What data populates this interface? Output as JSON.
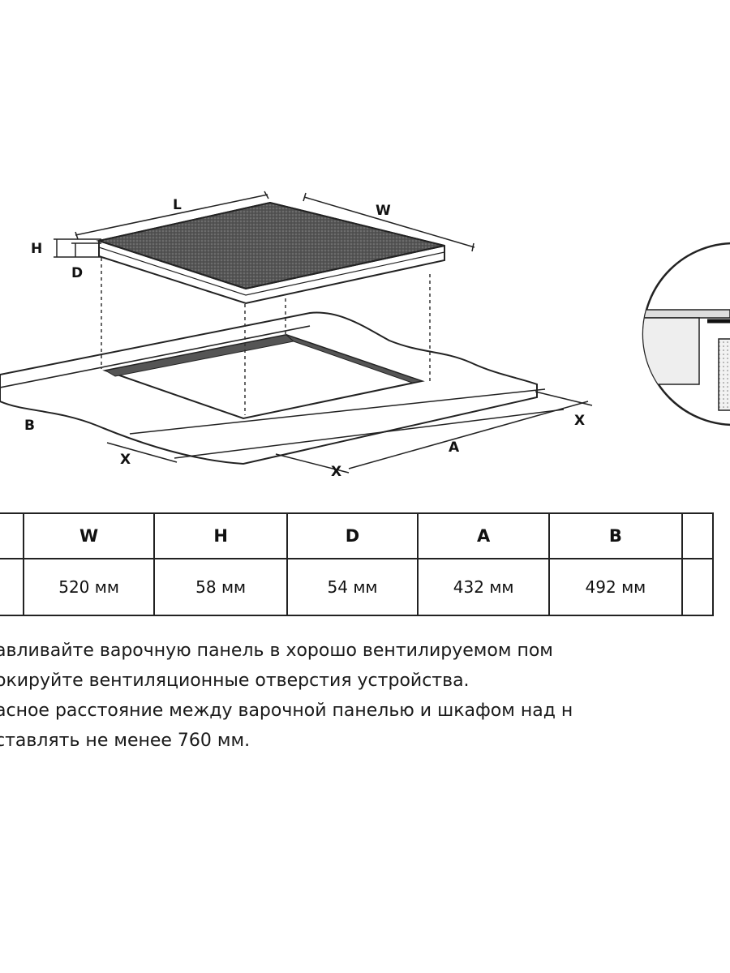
{
  "diagram": {
    "labels": {
      "L": "L",
      "W": "W",
      "H": "H",
      "D": "D",
      "B": "B",
      "A": "A",
      "X_left": "X",
      "X_bottom": "X",
      "X_right": "X"
    }
  },
  "table": {
    "columns": [
      "",
      "W",
      "H",
      "D",
      "A",
      "B",
      ""
    ],
    "values": [
      "",
      "520 мм",
      "58 мм",
      "54 мм",
      "432 мм",
      "492 мм",
      ""
    ]
  },
  "notes": [
    "авливайте варочную панель в хорошо вентилируемом пом",
    "окируйте вентиляционные отверстия устройства.",
    "асное расстояние между варочной панелью и шкафом над н",
    "ставлять не менее 760 мм."
  ]
}
